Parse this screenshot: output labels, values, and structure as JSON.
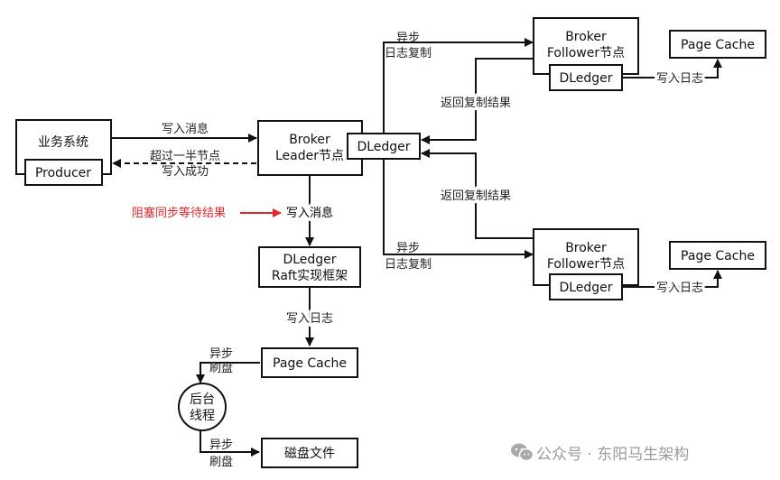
{
  "nodes": {
    "biz_system": "业务系统",
    "producer": "Producer",
    "broker_leader": [
      "Broker",
      "Leader节点"
    ],
    "dledger_leader": "DLedger",
    "dledger_raft": [
      "DLedger",
      "Raft实现框架"
    ],
    "page_cache_leader": "Page Cache",
    "backend_thread": [
      "后台",
      "线程"
    ],
    "disk_file": "磁盘文件",
    "broker_follower_1": [
      "Broker",
      "Follower节点"
    ],
    "dledger_follower_1": "DLedger",
    "page_cache_follower_1": "Page Cache",
    "broker_follower_2": [
      "Broker",
      "Follower节点"
    ],
    "dledger_follower_2": "DLedger",
    "page_cache_follower_2": "Page Cache"
  },
  "labels": {
    "write_msg_top": "写入消息",
    "half_nodes_success": [
      "超过一半节点",
      "写入成功"
    ],
    "block_sync": "阻塞同步等待结果",
    "write_msg_mid": "写入消息",
    "write_log_main": "写入日志",
    "async_flush_1": [
      "异步",
      "刷盘"
    ],
    "async_flush_2": [
      "异步",
      "刷盘"
    ],
    "async_repl_1": [
      "异步",
      "日志复制"
    ],
    "async_repl_2": [
      "异步",
      "日志复制"
    ],
    "return_result_1": "返回复制结果",
    "return_result_2": "返回复制结果",
    "write_log_f1": "写入日志",
    "write_log_f2": "写入日志"
  },
  "watermark": {
    "icon": "wechat-icon",
    "text": "公众号 · 东阳马生架构"
  },
  "colors": {
    "accent_red": "#e3262b",
    "line": "#111111",
    "watermark": "#9a9a9a"
  }
}
